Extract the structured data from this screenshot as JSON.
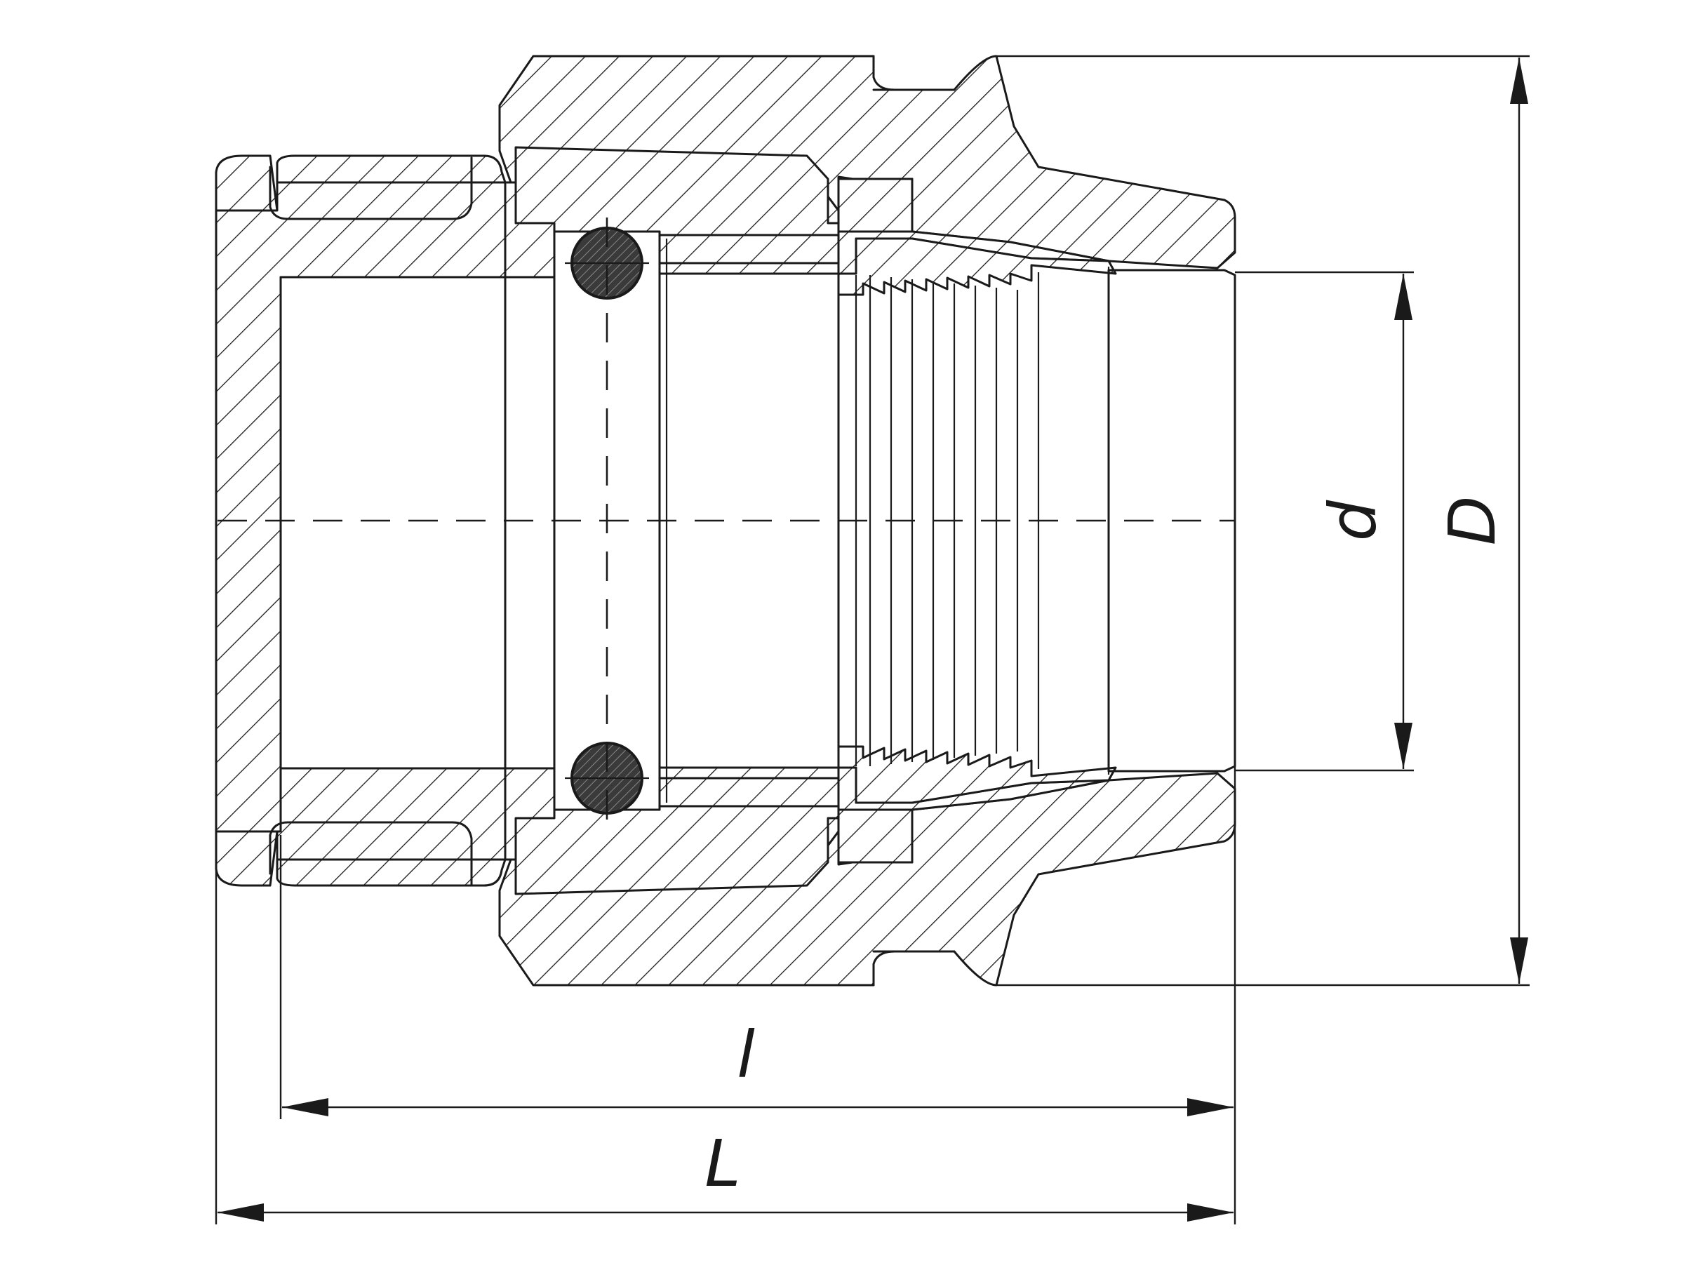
{
  "drawing": {
    "dimension_labels": {
      "small_length": "l",
      "total_length": "L",
      "inner_diameter": "d",
      "outer_diameter": "D"
    }
  }
}
